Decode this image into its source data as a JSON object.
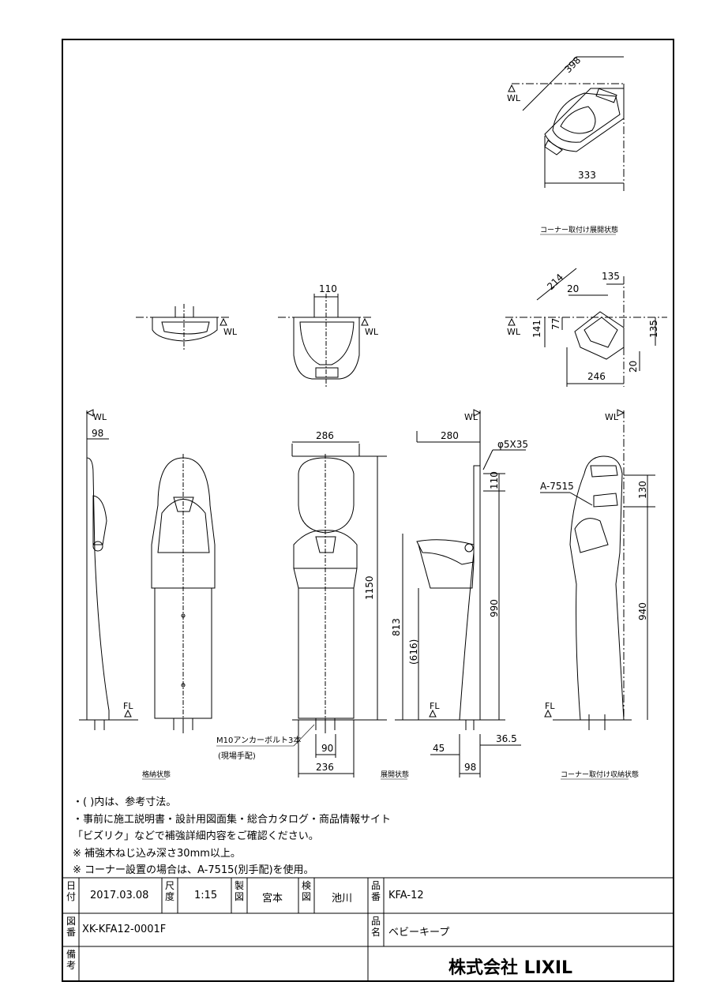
{
  "dims": {
    "top_width": "398",
    "top_depth": "333",
    "folded_span": "214",
    "folded_offset": "20",
    "folded_depth": "135",
    "folded_h1": "141",
    "folded_h2": "77",
    "folded_right": "135",
    "folded_bottom": "20",
    "folded_width": "246",
    "plan_width": "110",
    "side_depth": "98",
    "front_width": "286",
    "front_height": "1150",
    "anchor_spacing": "90",
    "base_width": "236",
    "open_depth": "280",
    "screw": "φ5X35",
    "screw_offset": "110",
    "top_height": "990",
    "seat_height": "813",
    "seat_ref": "(616)",
    "foot_45": "45",
    "foot_36": "36.5",
    "foot_98": "98",
    "corner_part": "A-7515",
    "corner_130": "130",
    "corner_940": "940",
    "wl": "WL",
    "fl": "FL"
  },
  "labels": {
    "corner_open": "コーナー取付け展開状態",
    "folded": "格納状態",
    "open": "展開状態",
    "corner_folded": "コーナー取付け収納状態",
    "anchor_line1": "M10アンカーボルト3本",
    "anchor_line2": "(現場手配)"
  },
  "notes": [
    "・(  )内は、参考寸法。",
    "・事前に施工説明書・設計用図面集・総合カタログ・商品情報サイト",
    "「ビズリク」などで補強詳細内容をご確認ください。",
    "※ 補強木ねじ込み深さ30mm以上。",
    "※ コーナー設置の場合は、A-7515(別手配)を使用。"
  ],
  "title_block": {
    "date_key": "日付",
    "date": "2017.03.08",
    "scale_key": "尺度",
    "scale": "1:15",
    "drawn_key": "製図",
    "drawn": "宮本",
    "checked_key": "検図",
    "checked": "池川",
    "product_key": "品番",
    "product": "KFA-12",
    "drawing_key": "図番",
    "drawing": "XK-KFA12-0001F",
    "name_key": "品名",
    "name": "ベビーキープ",
    "remarks_key": "備考",
    "company": "株式会社 LIXIL"
  }
}
